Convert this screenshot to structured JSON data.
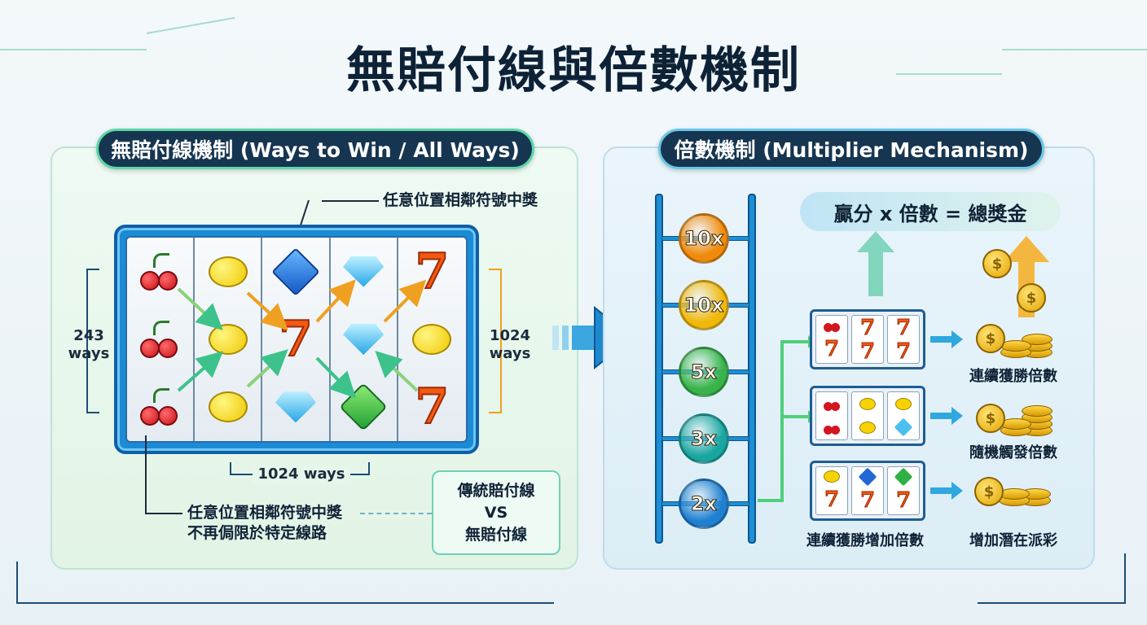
{
  "title": "無賠付線與倍數機制",
  "left_panel": {
    "title": "無賠付線機制 (Ways to Win / All Ways)",
    "top_callout": "任意位置相鄰符號中獎",
    "left_ways": {
      "number": "243",
      "unit": "ways"
    },
    "right_ways": {
      "number": "1024",
      "unit": "ways"
    },
    "bottom_ways": "1024 ways",
    "bottom_caption_line1": "任意位置相鄰符號中獎",
    "bottom_caption_line2": "不再侷限於特定線路",
    "vs_box": {
      "line1": "傳統賠付線",
      "line2": "VS",
      "line3": "無賠付線"
    }
  },
  "right_panel": {
    "title": "倍數機制 (Multiplier Mechanism)",
    "formula": "贏分 x 倍數 = 總獎金",
    "multipliers": [
      "10x",
      "10x",
      "5x",
      "3x",
      "2x"
    ],
    "multiplier_colors": [
      "#f08a0a",
      "#f0b80a",
      "#37b34a",
      "#1aa6a0",
      "#1f7fd0"
    ],
    "rows": [
      {
        "label": "連續獲勝倍數"
      },
      {
        "label": "隨機觸發倍數"
      },
      {
        "label": "增加潛在派彩"
      }
    ],
    "bottom_reel_label": "連續獲勝增加倍數"
  }
}
